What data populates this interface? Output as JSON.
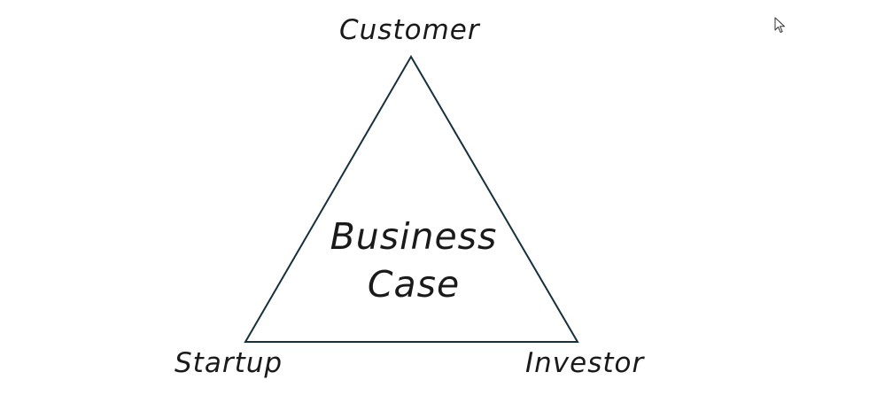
{
  "diagram": {
    "vertices": {
      "top": "Customer",
      "bottom_left": "Startup",
      "bottom_right": "Investor"
    },
    "center": {
      "line1": "Business",
      "line2": "Case"
    },
    "stroke_color": "#17303d",
    "text_color": "#1a1a1a"
  },
  "cursor_icon": "mouse-pointer-icon"
}
